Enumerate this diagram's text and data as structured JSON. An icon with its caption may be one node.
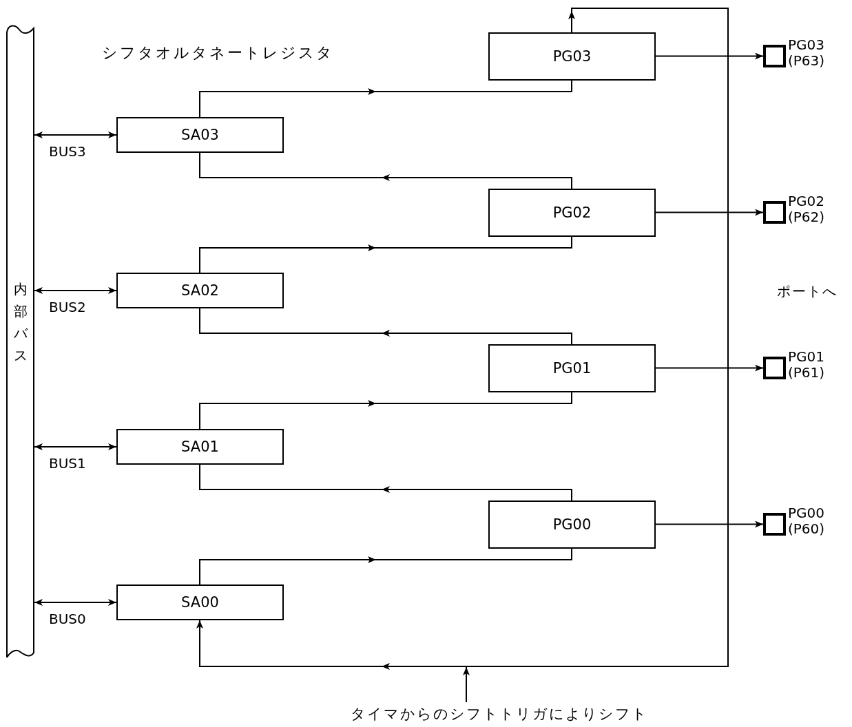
{
  "diagram": {
    "nodes": [
      {
        "text": [
          "内部バス"
        ]
      },
      {
        "text": [
          "PG03"
        ]
      },
      {
        "text": [
          "SA03"
        ]
      },
      {
        "text": [
          "PG02"
        ]
      },
      {
        "text": [
          "SA02"
        ]
      },
      {
        "text": [
          "PG01"
        ]
      },
      {
        "text": [
          "SA01"
        ]
      },
      {
        "text": [
          "PG00"
        ]
      },
      {
        "text": [
          "SA00"
        ]
      },
      {
        "text": [],
        "shape": "box",
        "beside": [
          "PG03",
          "(P63)"
        ]
      },
      {
        "text": [],
        "shape": "box",
        "beside": [
          "PG02",
          "(P62)"
        ]
      },
      {
        "text": [],
        "shape": "box",
        "beside": [
          "PG01",
          "(P61)"
        ]
      },
      {
        "text": [],
        "shape": "box",
        "beside": [
          "PG00",
          "(P60)"
        ]
      },
      {
        "text": [
          "タイマからのシフトトリガによりシフト"
        ]
      }
    ],
    "edges": [
      {
        "from": 0,
        "to": 2,
        "arrow": "both",
        "label": "BUS3"
      },
      {
        "from": 0,
        "to": 4,
        "arrow": "both",
        "label": "BUS2"
      },
      {
        "from": 0,
        "to": 6,
        "arrow": "both",
        "label": "BUS1"
      },
      {
        "from": 0,
        "to": 8,
        "arrow": "both",
        "label": "BUS0"
      },
      {
        "from": 2,
        "to": 1,
        "arrow": "to"
      },
      {
        "from": 3,
        "to": 2,
        "arrow": "to"
      },
      {
        "from": 4,
        "to": 3,
        "arrow": "to"
      },
      {
        "from": 5,
        "to": 4,
        "arrow": "to"
      },
      {
        "from": 6,
        "to": 5,
        "arrow": "to"
      },
      {
        "from": 7,
        "to": 6,
        "arrow": "to"
      },
      {
        "from": 8,
        "to": 7,
        "arrow": "to"
      },
      {
        "from": 1,
        "to": 8,
        "arrow": "to"
      },
      {
        "from": 1,
        "to": 9,
        "arrow": "to"
      },
      {
        "from": 3,
        "to": 10,
        "arrow": "to"
      },
      {
        "from": 5,
        "to": 11,
        "arrow": "to"
      },
      {
        "from": 7,
        "to": 12,
        "arrow": "to"
      },
      {
        "from": 13,
        "to": null,
        "arrow": "to"
      }
    ],
    "labels": [
      "シフタオルタネートレジスタ",
      "ポートへ"
    ]
  }
}
